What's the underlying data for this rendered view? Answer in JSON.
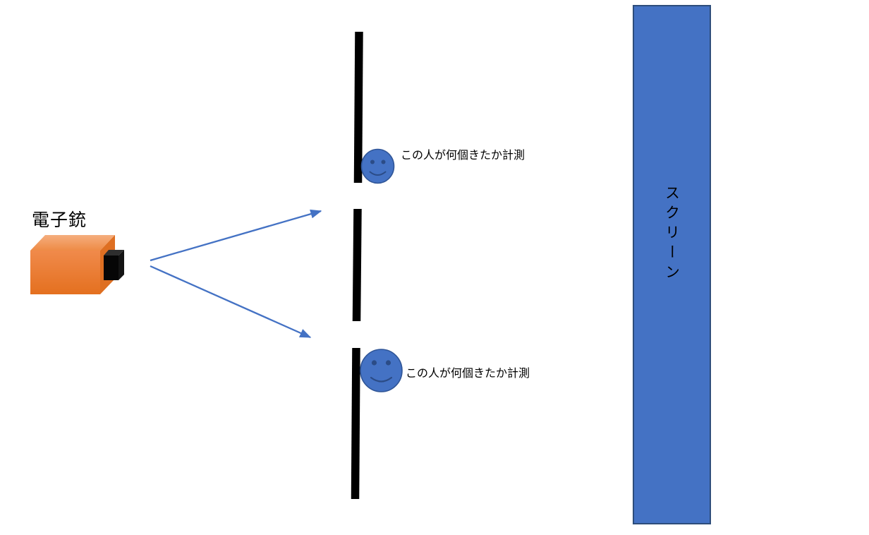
{
  "labels": {
    "electron_gun": "電子銃",
    "screen": "スクリーン",
    "top_detector": "この人が何個きたか計測",
    "bottom_detector": "この人が何個きたか計測"
  },
  "colors": {
    "arrow": "#4472C4",
    "screen_fill": "#4472C4",
    "screen_border": "#2E4D7B",
    "face_fill": "#4472C4",
    "face_outline": "#2F5597",
    "face_feature": "#2B4C87",
    "gun_front": "#ED7D31",
    "gun_top": "#F2A169",
    "gun_side": "#DE6F22",
    "nozzle_front": "#060606",
    "nozzle_top": "#2E2E2E",
    "nozzle_side": "#141414",
    "barrier": "#000000",
    "text": "#000000"
  },
  "icons": [
    {
      "name": "electron-gun-icon",
      "shape": "3d-orange-box-with-black-nozzle"
    },
    {
      "name": "smiley-face-icon",
      "shape": "blue-circle-face",
      "count": 2
    }
  ]
}
